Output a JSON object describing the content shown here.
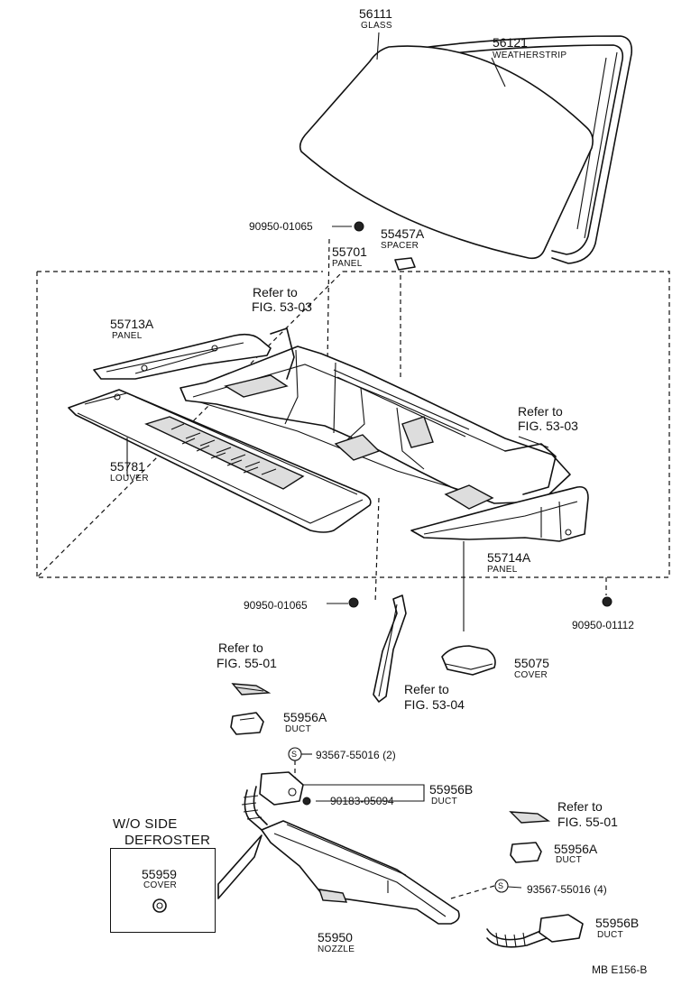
{
  "parts": {
    "glass": {
      "number": "56111",
      "name": "GLASS"
    },
    "weatherstrip": {
      "number": "56121",
      "name": "WEATHERSTRIP"
    },
    "bolt_upper": {
      "number": "90950-01065"
    },
    "spacer": {
      "number": "55457A",
      "name": "SPACER"
    },
    "panel_main": {
      "number": "55701",
      "name": "PANEL"
    },
    "panel_left": {
      "number": "55713A",
      "name": "PANEL"
    },
    "louver": {
      "number": "55781",
      "name": "LOUVER"
    },
    "panel_right": {
      "number": "55714A",
      "name": "PANEL"
    },
    "bolt_lower": {
      "number": "90950-01065"
    },
    "bolt_right": {
      "number": "90950-01112"
    },
    "cover_right": {
      "number": "55075",
      "name": "COVER"
    },
    "duct_a_left": {
      "number": "55956A",
      "name": "DUCT"
    },
    "screw_2": {
      "number": "93567-55016 (2)"
    },
    "nut": {
      "number": "90183-05094"
    },
    "duct_b_upper": {
      "number": "55956B",
      "name": "DUCT"
    },
    "duct_a_right": {
      "number": "55956A",
      "name": "DUCT"
    },
    "screw_4": {
      "number": "93567-55016 (4)"
    },
    "duct_b_lower": {
      "number": "55956B",
      "name": "DUCT"
    },
    "cover_small": {
      "number": "55959",
      "name": "COVER"
    },
    "nozzle": {
      "number": "55950",
      "name": "NOZZLE"
    }
  },
  "refs": {
    "fig5303_left": [
      "Refer to",
      "FIG. 53-03"
    ],
    "fig5303_right": [
      "Refer to",
      "FIG. 53-03"
    ],
    "fig5501_left": [
      "Refer to",
      "FIG. 55-01"
    ],
    "fig5304": [
      "Refer to",
      "FIG. 53-04"
    ],
    "fig5501_right": [
      "Refer to",
      "FIG. 55-01"
    ]
  },
  "inset": {
    "title_line1": "W/O SIDE",
    "title_line2": "DEFROSTER"
  },
  "screw_symbol": "S",
  "footer_code": "MB  E156-B"
}
